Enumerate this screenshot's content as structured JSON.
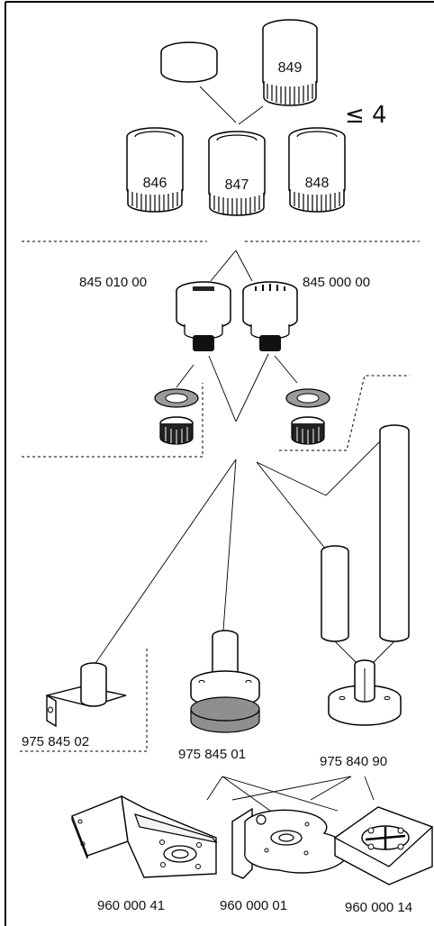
{
  "modules": {
    "m849": "849",
    "m846": "846",
    "m847": "847",
    "m848": "848",
    "max_text": "≤ 4"
  },
  "bases": {
    "b1": "845 010 00",
    "b2": "845 000 00"
  },
  "mounts": {
    "wall": "975 845 02",
    "tube": "975 845 01",
    "pipe": "975 840 90"
  },
  "brackets": {
    "b41": "960 000 41",
    "b01": "960 000 01",
    "b14": "960 000 14"
  }
}
